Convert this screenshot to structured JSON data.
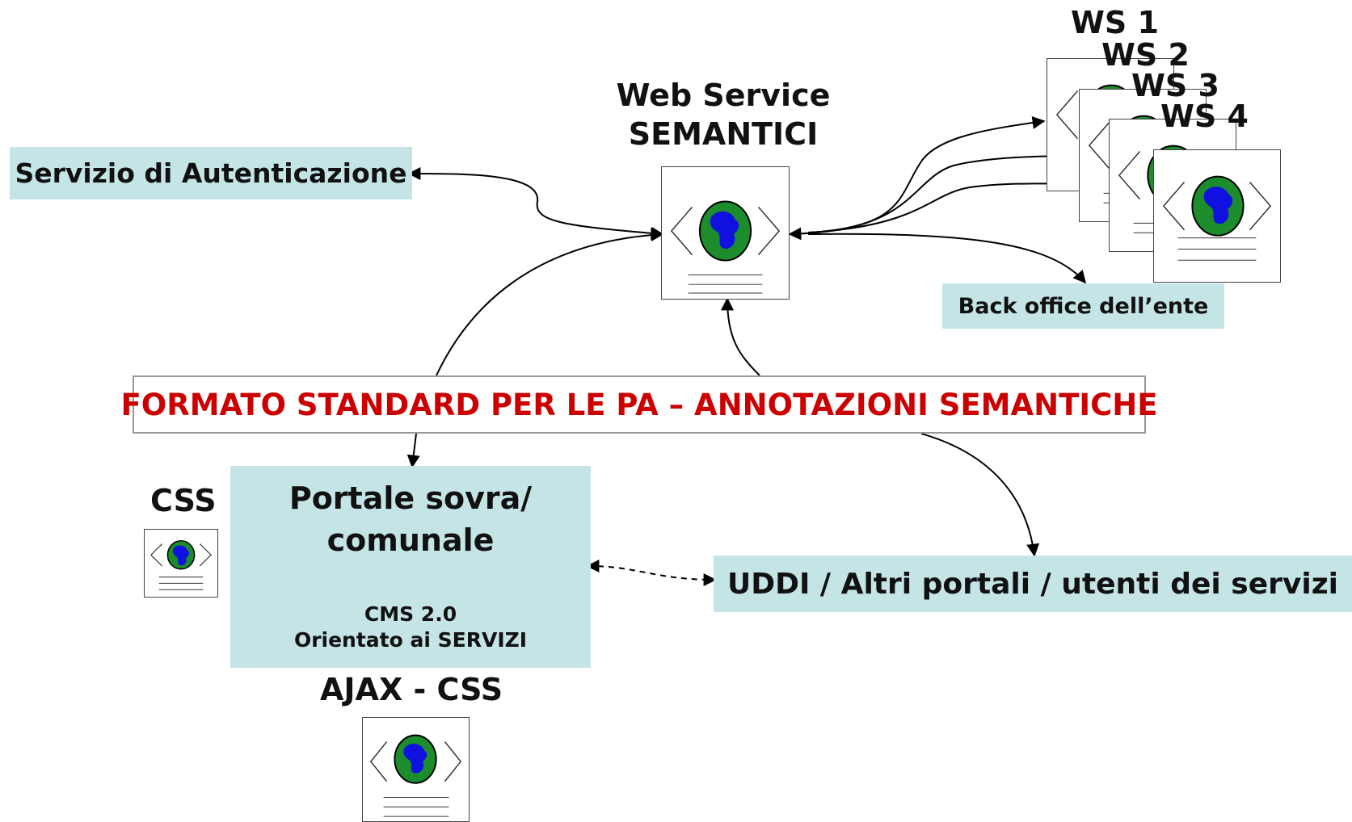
{
  "nodes": {
    "auth": "Servizio di Autenticazione",
    "ws_title_1": "Web Service",
    "ws_title_2": "SEMANTICI",
    "ws1": "WS 1",
    "ws2": "WS 2",
    "ws3": "WS 3",
    "ws4": "WS 4",
    "backoffice": "Back office dell’ente",
    "standard": "FORMATO STANDARD PER LE PA – ANNOTAZIONI SEMANTICHE",
    "css": "CSS",
    "portal_1": "Portale sovra/",
    "portal_2": "comunale",
    "cms_1": "CMS 2.0",
    "cms_2": "Orientato ai SERVIZI",
    "ajax": "AJAX - CSS",
    "uddi": "UDDI / Altri portali / utenti dei servizi"
  },
  "icons": [
    "web-document-icon",
    "globe-icon",
    "arrow-icon"
  ],
  "colors": {
    "box_fill": "#c4e4e6",
    "standard_text": "#cc0000",
    "globe_land": "#1c8c2c",
    "globe_water": "#1010e0"
  }
}
